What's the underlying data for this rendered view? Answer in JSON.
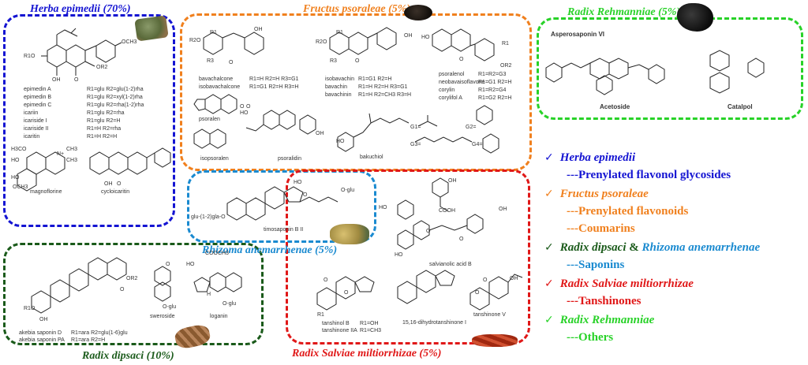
{
  "regions": {
    "epimedii": {
      "title": "Herba epimedii (70%)",
      "compounds": [
        {
          "name": "epimedin A",
          "subst": "R1=glu  R2=glu(1-2)rha"
        },
        {
          "name": "epimedin B",
          "subst": "R1=glu  R2=xyl(1-2)rha"
        },
        {
          "name": "epimedin C",
          "subst": "R1=glu  R2=rha(1-2)rha"
        },
        {
          "name": "icariin",
          "subst": "R1=glu  R2=rha"
        },
        {
          "name": "icariside I",
          "subst": "R1=glu  R2=H"
        },
        {
          "name": "icariside II",
          "subst": "R1=H    R2=rha"
        },
        {
          "name": "icaritin",
          "subst": "R1=H    R2=H"
        }
      ],
      "struct_labels": {
        "r1o": "R1O",
        "och3": "OCH3",
        "or2": "OR2",
        "oh": "OH",
        "o": "O",
        "h3co": "H3CO",
        "ho": "HO",
        "n_plus": "N+",
        "ch3a": "CH3",
        "ch3b": "CH3",
        "ho2": "HO",
        "och3b": "OCH3",
        "oh2": "OH",
        "o2": "O"
      },
      "extra": [
        "magnoflorine",
        "cycloicaritin"
      ]
    },
    "psoraleae": {
      "title": "Fructus psoraleae (5%)",
      "groups": [
        {
          "names": [
            "bavachalcone",
            "isobavachalcone"
          ],
          "subst": [
            "R1=H   R2=H   R3=G1",
            "R1=G1  R2=H   R3=H"
          ]
        },
        {
          "names": [
            "isobavachin",
            "bavachin",
            "bavachinin"
          ],
          "subst": [
            "R1=G1  R2=H",
            "R1=H   R2=H   R3=G1",
            "R1=H   R2=CH3  R3=H"
          ]
        },
        {
          "names": [
            "psoralenol",
            "neobavaisoflavone",
            "corylin",
            "corylifol A"
          ],
          "subst": [
            "R1=R2=G3",
            "R1=G1  R2=H",
            "R1=R2=G4",
            "R1=G2  R2=H"
          ]
        }
      ],
      "struct_labels": {
        "r2o": "R2O",
        "r1": "R1",
        "r3": "R3",
        "oh": "OH",
        "o": "O",
        "r2o_b": "R2O",
        "r1_b": "R1",
        "r3_b": "R3",
        "oh_b": "OH",
        "o_b": "O",
        "ho_c": "HO",
        "r1_c": "R1",
        "or2_c": "OR2",
        "o_c": "O",
        "ho_d": "HO",
        "oh_d": "OH",
        "ho_e": "HO",
        "o_e": "O",
        "o_f": "O"
      },
      "singles": [
        "psoralen",
        "isopsoralen",
        "psoralidin",
        "bakuchiol"
      ],
      "g_labels": [
        "G1=",
        "G2=",
        "G3=",
        "G4="
      ]
    },
    "rehmanniae": {
      "title": "Radix Rehmanniae (5%)",
      "compounds": [
        "Asperosaponin VI",
        "Acetoside",
        "Catalpol"
      ]
    },
    "anemarrhenae": {
      "title": "Rhizoma anemarrhenae (5%)",
      "compounds": [
        "timosaponin B II"
      ],
      "struct_labels": {
        "glu_chain": "glu-(1-2)gla-O",
        "ho": "HO",
        "o": "O",
        "glu": "O-glu"
      }
    },
    "dipsaci": {
      "title": "Radix dipsaci (10%)",
      "compounds": [
        {
          "name": "akebia saponin D",
          "subst": "R1=ara  R2=glu(1-6)glu"
        },
        {
          "name": "akebia saponin PA",
          "subst": "R1=ara  R2=H"
        }
      ],
      "singles": [
        "sweroside",
        "loganin"
      ],
      "struct_labels": {
        "r1o": "R1O",
        "or2": "OR2",
        "oh": "OH",
        "o": "O",
        "o_glu": "O-glu",
        "cooch3": "COOCH3",
        "ho": "HO",
        "o_glu2": "O-glu",
        "o2": "O",
        "h": "H"
      }
    },
    "salviae": {
      "title": "Radix Salviae miltiorrhizae (5%)",
      "compounds": [
        {
          "name": "tanshinol B",
          "subst": "R1=OH"
        },
        {
          "name": "tanshinone IIA",
          "subst": "R1=CH3"
        }
      ],
      "singles": [
        "salvianolic acid B",
        "15,16-dihydrotanshinone I",
        "tanshinone V"
      ],
      "struct_labels": {
        "ho1": "HO",
        "oh1": "OH",
        "cooh": "COOH",
        "oh2": "OH",
        "ho2": "HO",
        "o1": "O",
        "o2": "O",
        "o_q1": "O",
        "o_q2": "O",
        "r1": "R1",
        "o_q3": "O",
        "o_q4": "O",
        "oh3": "OH"
      }
    }
  },
  "legend": [
    {
      "check": "✓",
      "herb": "Herba epimedii",
      "herb_color": "#1414d2",
      "class_text": "---Prenylated flavonol glycosides",
      "class_color": "#1414d2"
    },
    {
      "check": "✓",
      "herb": "Fructus psoraleae",
      "herb_color": "#f0801e",
      "class_text": "---Prenylated flavonoids",
      "class_color": "#f0801e"
    },
    {
      "check": "",
      "herb": "",
      "herb_color": "#f0801e",
      "class_text": "---Coumarins",
      "class_color": "#f0801e"
    },
    {
      "check": "✓",
      "herb": "Radix dipsaci",
      "herb_color": "#1a5a1a",
      "amp": "&",
      "herb2": "Rhizoma anemarrhenae",
      "herb2_color": "#1a8ad0",
      "class_text": "---Saponins",
      "class_color": "#1a8ad0"
    },
    {
      "check": "✓",
      "herb": "Radix Salviae miltiorrhizae",
      "herb_color": "#e01818",
      "class_text": "---Tanshinones",
      "class_color": "#e01818"
    },
    {
      "check": "✓",
      "herb": "Radix Rehmanniae",
      "herb_color": "#28d228",
      "class_text": "---Others",
      "class_color": "#28d228"
    }
  ]
}
